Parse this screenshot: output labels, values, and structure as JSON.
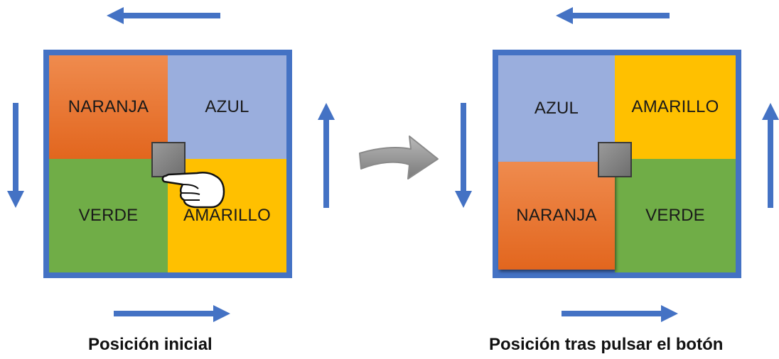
{
  "left_panel": {
    "caption": "Posición inicial",
    "tiles": {
      "top_left": "NARANJA",
      "top_right": "AZUL",
      "bottom_left": "VERDE",
      "bottom_right": "AMARILLO"
    }
  },
  "right_panel": {
    "caption": "Posición tras pulsar el botón",
    "tiles": {
      "top_left": "AZUL",
      "top_right": "AMARILLO",
      "bottom_left": "NARANJA",
      "bottom_right": "VERDE"
    }
  },
  "icons": {
    "press": "pointing-hand-icon",
    "transition": "curved-gray-arrow-icon",
    "rotation": "blue-arrow-icon"
  },
  "colors": {
    "frame": "#4472c4",
    "naranja": "#e8762d",
    "azul": "#9aaedd",
    "verde": "#70ad47",
    "amarillo": "#ffc000",
    "button": "#808080",
    "arrows": "#4472c4"
  }
}
